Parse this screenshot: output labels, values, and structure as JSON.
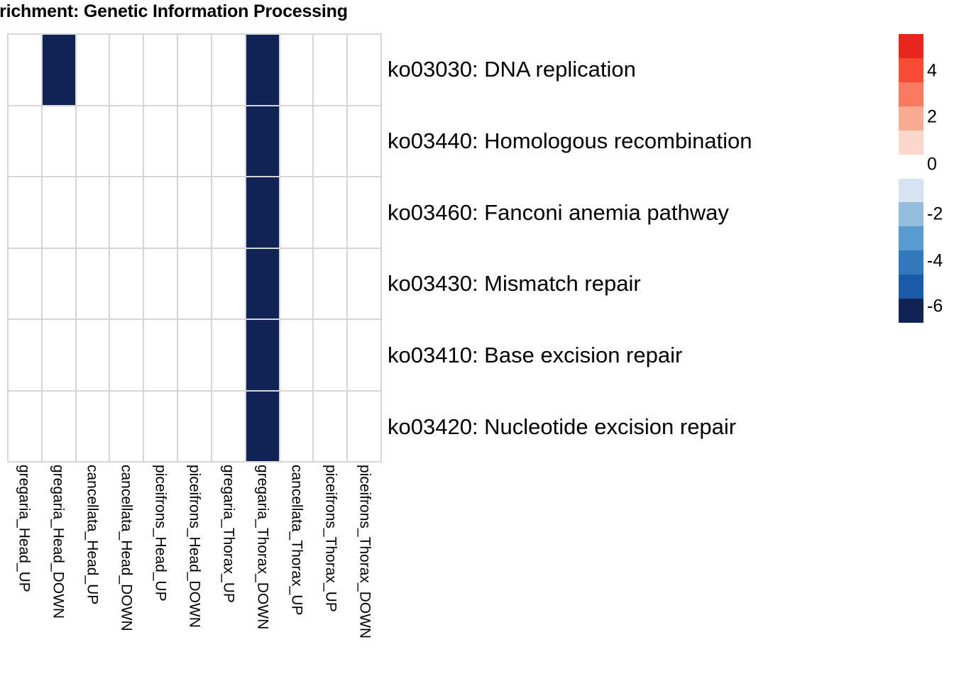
{
  "title": "nrichment: Genetic Information Processing",
  "chart_data": {
    "type": "heatmap",
    "title": "nrichment: Genetic Information Processing",
    "xlabel": "",
    "ylabel": "",
    "grid": true,
    "legend_position": "right",
    "columns": [
      "gregaria_Head_UP",
      "gregaria_Head_DOWN",
      "cancellata_Head_UP",
      "cancellata_Head_DOWN",
      "piceifrons_Head_UP",
      "piceifrons_Head_DOWN",
      "gregaria_Thorax_UP",
      "gregaria_Thorax_DOWN",
      "cancellata_Thorax_UP",
      "piceifrons_Thorax_UP",
      "piceifrons_Thorax_DOWN"
    ],
    "rows": [
      "ko03030: DNA replication",
      "ko03440: Homologous recombination",
      "ko03460: Fanconi anemia pathway",
      "ko03430: Mismatch repair",
      "ko03410: Base excision repair",
      "ko03420: Nucleotide excision repair"
    ],
    "values": [
      [
        0,
        -6.5,
        0,
        0,
        0,
        0,
        0,
        -6.5,
        0,
        0,
        0
      ],
      [
        0,
        0,
        0,
        0,
        0,
        0,
        0,
        -6.5,
        0,
        0,
        0
      ],
      [
        0,
        0,
        0,
        0,
        0,
        0,
        0,
        -6.5,
        0,
        0,
        0
      ],
      [
        0,
        0,
        0,
        0,
        0,
        0,
        0,
        -6.5,
        0,
        0,
        0
      ],
      [
        0,
        0,
        0,
        0,
        0,
        0,
        0,
        -6.5,
        0,
        0,
        0
      ],
      [
        0,
        0,
        0,
        0,
        0,
        0,
        0,
        -6.5,
        0,
        0,
        0
      ]
    ],
    "cell_colors": [
      [
        "#ffffff",
        "#0f2355",
        "#ffffff",
        "#ffffff",
        "#ffffff",
        "#ffffff",
        "#ffffff",
        "#0f2355",
        "#ffffff",
        "#ffffff",
        "#ffffff"
      ],
      [
        "#ffffff",
        "#ffffff",
        "#ffffff",
        "#ffffff",
        "#ffffff",
        "#ffffff",
        "#ffffff",
        "#0f2355",
        "#ffffff",
        "#ffffff",
        "#ffffff"
      ],
      [
        "#ffffff",
        "#ffffff",
        "#ffffff",
        "#ffffff",
        "#ffffff",
        "#ffffff",
        "#ffffff",
        "#0f2355",
        "#ffffff",
        "#ffffff",
        "#ffffff"
      ],
      [
        "#ffffff",
        "#ffffff",
        "#ffffff",
        "#ffffff",
        "#ffffff",
        "#ffffff",
        "#ffffff",
        "#0f2355",
        "#ffffff",
        "#ffffff",
        "#ffffff"
      ],
      [
        "#ffffff",
        "#ffffff",
        "#ffffff",
        "#ffffff",
        "#ffffff",
        "#ffffff",
        "#ffffff",
        "#0f2355",
        "#ffffff",
        "#ffffff",
        "#ffffff"
      ],
      [
        "#ffffff",
        "#ffffff",
        "#ffffff",
        "#ffffff",
        "#ffffff",
        "#ffffff",
        "#ffffff",
        "#0f2355",
        "#ffffff",
        "#ffffff",
        "#ffffff"
      ]
    ],
    "colorbar": {
      "swatches": [
        "#e8251f",
        "#f64c34",
        "#f87a61",
        "#f7ab91",
        "#fbd8cb",
        "#ffffff",
        "#d7e3f2",
        "#94bddd",
        "#5a9bcf",
        "#3279bb",
        "#1b5aa8",
        "#0f2355"
      ],
      "ticks": [
        {
          "label": "4",
          "value": 4,
          "pos_pct": 12.8
        },
        {
          "label": "2",
          "value": 2,
          "pos_pct": 28.8
        },
        {
          "label": "0",
          "value": 0,
          "pos_pct": 45.2
        },
        {
          "label": "-2",
          "value": -2,
          "pos_pct": 62.4
        },
        {
          "label": "-4",
          "value": -4,
          "pos_pct": 78.6
        },
        {
          "label": "-6",
          "value": -6,
          "pos_pct": 94.4
        }
      ],
      "range": [
        -7,
        5
      ]
    },
    "grid_line_color": "#d5d5d5",
    "empty_cell_color": "#ffffff"
  }
}
